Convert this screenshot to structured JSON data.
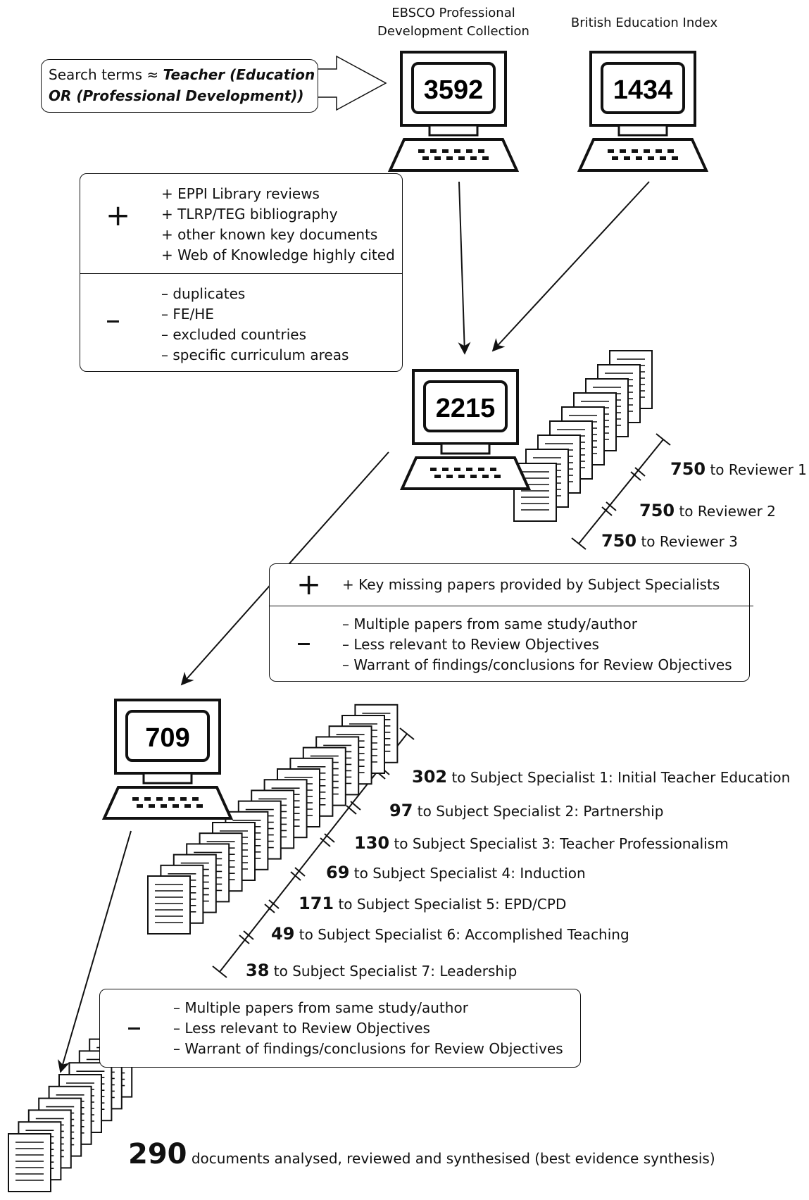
{
  "databases": [
    {
      "name": "EBSCO Professional Development Collection",
      "line1": "EBSCO Professional",
      "line2": "Development Collection",
      "count": "3592"
    },
    {
      "name": "British Education Index",
      "count": "1434"
    }
  ],
  "search": {
    "prefix": "Search terms ≈ ",
    "terms_line1": "Teacher (Education",
    "terms_line2": "OR (Professional Development))"
  },
  "stage1_adjust": {
    "plus_symbol": "+",
    "minus_symbol": "–",
    "plus": [
      "+ EPPI Library reviews",
      "+ TLRP/TEG bibliography",
      "+ other known key documents",
      "+ Web of Knowledge highly cited"
    ],
    "minus": [
      "– duplicates",
      "– FE/HE",
      "– excluded countries",
      "– specific curriculum areas"
    ]
  },
  "pool1": {
    "count": "2215"
  },
  "reviewers": [
    {
      "count": "750",
      "label": "to Reviewer 1"
    },
    {
      "count": "750",
      "label": "to Reviewer 2"
    },
    {
      "count": "750",
      "label": "to Reviewer 3"
    }
  ],
  "stage2_adjust": {
    "plus_symbol": "+",
    "minus_symbol": "–",
    "plus": [
      "+ Key missing papers provided by Subject Specialists"
    ],
    "minus": [
      "– Multiple papers from same study/author",
      "– Less relevant to Review Objectives",
      "– Warrant of findings/conclusions for Review Objectives"
    ]
  },
  "pool2": {
    "count": "709"
  },
  "specialists": [
    {
      "count": "302",
      "label": "to Subject Specialist 1: Initial Teacher Education"
    },
    {
      "count": "97",
      "label": "to Subject Specialist 2: Partnership"
    },
    {
      "count": "130",
      "label": "to Subject Specialist 3: Teacher Professionalism"
    },
    {
      "count": "69",
      "label": "to Subject Specialist 4: Induction"
    },
    {
      "count": "171",
      "label": "to Subject Specialist 5: EPD/CPD"
    },
    {
      "count": "49",
      "label": "to Subject Specialist 6: Accomplished Teaching"
    },
    {
      "count": "38",
      "label": "to Subject Specialist 7: Leadership"
    }
  ],
  "stage3_adjust": {
    "minus_symbol": "–",
    "minus": [
      "– Multiple papers from same study/author",
      "– Less relevant to Review Objectives",
      "– Warrant of findings/conclusions for Review Objectives"
    ]
  },
  "final": {
    "count": "290",
    "label": "documents analysed, reviewed and synthesised (best evidence synthesis)"
  }
}
